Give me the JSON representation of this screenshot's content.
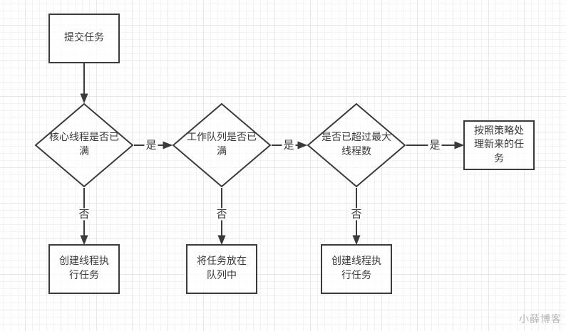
{
  "page": {
    "watermark": "小薛博客"
  },
  "diagram": {
    "title_semantic": "thread-pool task submission flowchart",
    "stroke_color": "#3b3b3b",
    "text_color": "#383838",
    "grid_minor_color": "#f3f3f5",
    "grid_major_color": "#e7e7ea",
    "watermark_color": "#b3b3b3",
    "nodes": [
      {
        "id": "submit",
        "type": "rect",
        "label": "提交任务"
      },
      {
        "id": "core_full",
        "type": "diamond",
        "label": "核心线程是否已满"
      },
      {
        "id": "queue_full",
        "type": "diamond",
        "label": "工作队列是否已满"
      },
      {
        "id": "max_threads",
        "type": "diamond",
        "label": "是否已超过最大线程数"
      },
      {
        "id": "policy",
        "type": "rect",
        "label": "按照策略处理新来的任务"
      },
      {
        "id": "create_thread_1",
        "type": "rect",
        "label": "创建线程执行任务"
      },
      {
        "id": "enqueue",
        "type": "rect",
        "label": "将任务放在队列中"
      },
      {
        "id": "create_thread_2",
        "type": "rect",
        "label": "创建线程执行任务"
      }
    ],
    "edges": [
      {
        "from": "submit",
        "to": "core_full",
        "label": ""
      },
      {
        "from": "core_full",
        "to": "queue_full",
        "label": "是"
      },
      {
        "from": "queue_full",
        "to": "max_threads",
        "label": "是"
      },
      {
        "from": "max_threads",
        "to": "policy",
        "label": "是"
      },
      {
        "from": "core_full",
        "to": "create_thread_1",
        "label": "否"
      },
      {
        "from": "queue_full",
        "to": "enqueue",
        "label": "否"
      },
      {
        "from": "max_threads",
        "to": "create_thread_2",
        "label": "否"
      }
    ]
  }
}
